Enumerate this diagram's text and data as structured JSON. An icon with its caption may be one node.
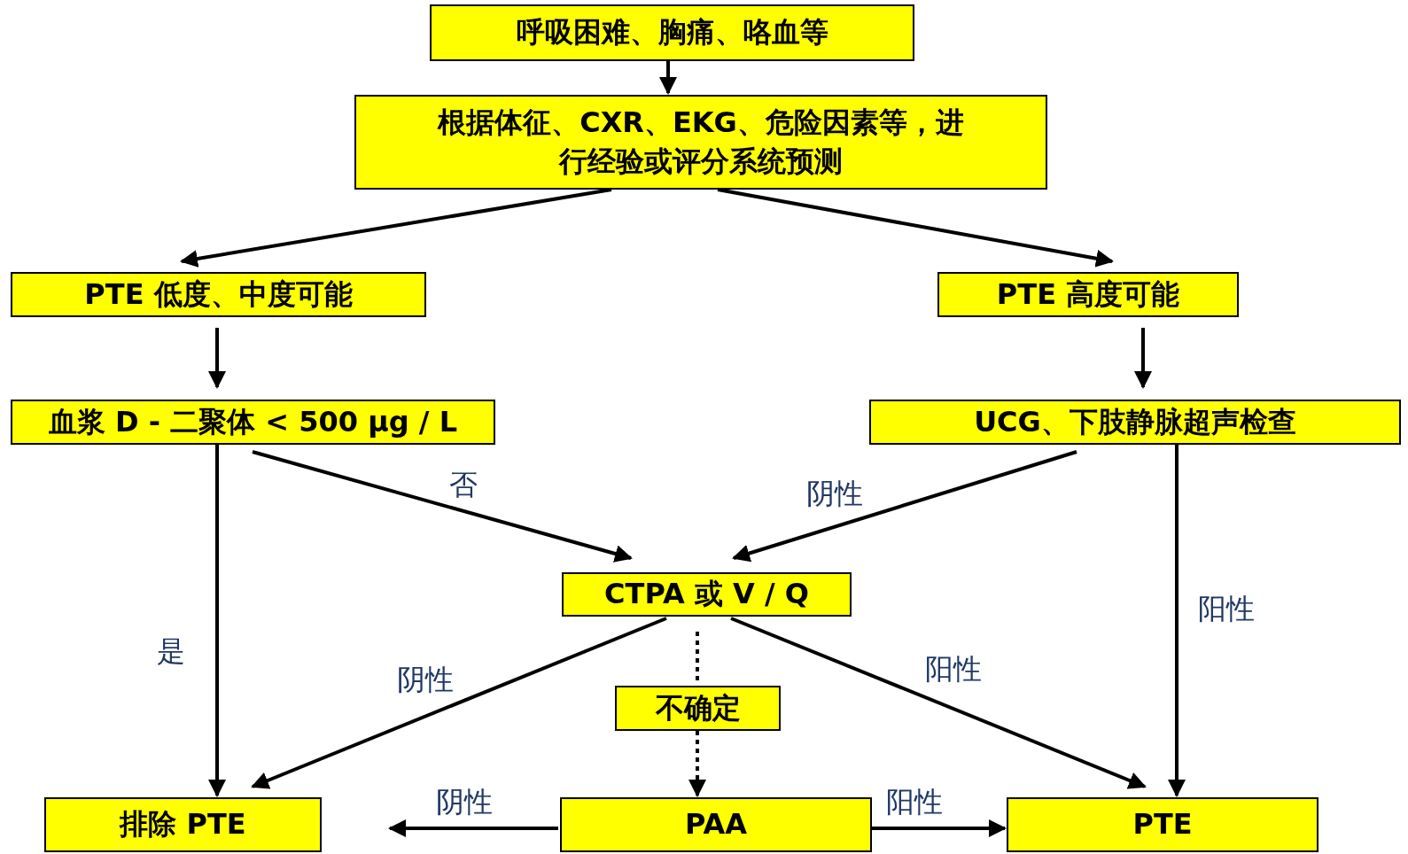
{
  "diagram": {
    "nodes": [
      {
        "text": [
          "呼吸困难、胸痛、咯血等"
        ]
      },
      {
        "text": [
          "根据体征、CXR、EKG、危险因素等，进行经验或评分系统预测"
        ]
      },
      {
        "text": [
          "PTE 低度、中度可能"
        ]
      },
      {
        "text": [
          "PTE 高度可能"
        ]
      },
      {
        "text": [
          "血浆 D - 二聚体 < 500 μg / L"
        ]
      },
      {
        "text": [
          "UCG、下肢静脉超声检查"
        ]
      },
      {
        "text": [
          "CTPA  或  V / Q"
        ]
      },
      {
        "text": [
          "不确定"
        ]
      },
      {
        "text": [
          "排除 PTE"
        ]
      },
      {
        "text": [
          "PAA"
        ]
      },
      {
        "text": [
          "PTE"
        ]
      }
    ],
    "edges": [
      {
        "from": 0,
        "to": 1,
        "arrow": "to"
      },
      {
        "from": 1,
        "to": 2,
        "arrow": "to"
      },
      {
        "from": 1,
        "to": 3,
        "arrow": "to"
      },
      {
        "from": 2,
        "to": 4,
        "arrow": "to"
      },
      {
        "from": 3,
        "to": 5,
        "arrow": "to"
      },
      {
        "from": 4,
        "to": 6,
        "arrow": "to",
        "label": "否"
      },
      {
        "from": 5,
        "to": 6,
        "arrow": "to",
        "label": "阴性"
      },
      {
        "from": 4,
        "to": 8,
        "arrow": "to",
        "label": "是"
      },
      {
        "from": 5,
        "to": 10,
        "arrow": "to",
        "label": "阳性"
      },
      {
        "from": 6,
        "to": 8,
        "arrow": "to",
        "label": "阴性"
      },
      {
        "from": 6,
        "to": 10,
        "arrow": "to",
        "label": "阳性"
      },
      {
        "from": 6,
        "to": 7,
        "arrow": "none",
        "style": "dashed"
      },
      {
        "from": 7,
        "to": 9,
        "arrow": "to",
        "style": "dashed"
      },
      {
        "from": 9,
        "to": 8,
        "arrow": "to",
        "label": "阴性"
      },
      {
        "from": 9,
        "to": 10,
        "arrow": "to",
        "label": "阳性"
      }
    ]
  }
}
